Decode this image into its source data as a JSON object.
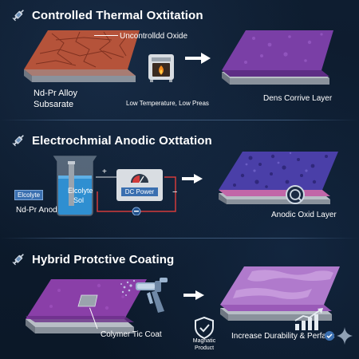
{
  "colors": {
    "background": "#0c1a2b",
    "oxide": "#b5533a",
    "purple": "#7a3fa6",
    "blue_layer": "#4a3fa8",
    "metal": "#9aa3ad"
  },
  "sections": [
    {
      "title": "Controlled Thermal Oxtitation",
      "icon": "syringe-icon",
      "labels": {
        "oxide": "Uncontrolldd Oxide",
        "substrate_line1": "Nd-Pr Alloy",
        "substrate_line2": "Subsarate",
        "furnace": "Low Temperature, Low Preas",
        "result": "Dens Corrive Layer"
      }
    },
    {
      "title": "Electrochmial Anodic Oxttation",
      "icon": "syringe-icon",
      "labels": {
        "electrolyte_tag": "Elcolyte",
        "beaker_line1": "Elcolyte",
        "beaker_line2": "Sol",
        "anode": "Nd-Pr Anod",
        "power": "DC Power",
        "plus": "+",
        "minus": "−",
        "result": "Anodic Oxid Layer"
      }
    },
    {
      "title": "Hybrid Protctive Coating",
      "icon": "syringe-icon",
      "labels": {
        "coating": "Colymer Tic Coat",
        "product_line1": "Magnatic",
        "product_line2": "Product",
        "result": "Increase Durability & Perfanc"
      }
    }
  ]
}
